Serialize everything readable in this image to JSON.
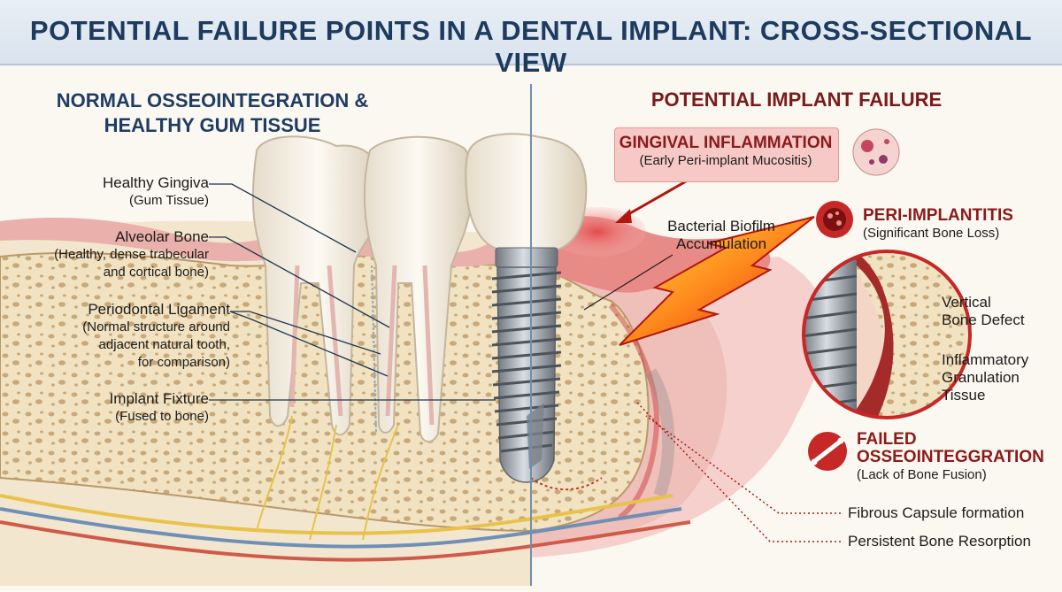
{
  "title": "POTENTIAL FAILURE POINTS IN A DENTAL IMPLANT: CROSS-SECTIONAL VIEW",
  "left_section": {
    "heading_line1": "NORMAL OSSEOINTEGRATION &",
    "heading_line2": "HEALTHY GUM TISSUE",
    "labels": [
      {
        "title": "Healthy Gingiva",
        "detail": [
          "(Gum Tissue)"
        ]
      },
      {
        "title": "Alveolar Bone",
        "detail": [
          "(Healthy, dense trabecular",
          "and cortical bone)"
        ]
      },
      {
        "title": "Periodontal Ligament",
        "detail": [
          "(Normal structure around",
          "adjacent natural tooth,",
          "for comparison)"
        ]
      },
      {
        "title": "Implant Fixture",
        "detail": [
          "(Fused to bone)"
        ]
      }
    ]
  },
  "right_section": {
    "heading": "POTENTIAL IMPLANT FAILURE",
    "gingival": {
      "title": "GINGIVAL INFLAMMATION",
      "detail": "(Early Peri-implant Mucositis)"
    },
    "biofilm": [
      "Bacterial Biofilm",
      "Accumulation"
    ],
    "periimplantitis": {
      "title": "PERI-IMPLANTITIS",
      "detail": "(Significant Bone Loss)"
    },
    "vertical_defect": [
      "Vertical",
      "Bone Defect"
    ],
    "granulation": [
      "Inflammatory",
      "Granulation",
      "Tissue"
    ],
    "failed": {
      "title_line1": "FAILED",
      "title_line2": "OSSEOINTEGGRATION",
      "detail": "(Lack of Bone Fusion)"
    },
    "fibrous": "Fibrous Capsule formation",
    "resorption": "Persistent Bone Resorption"
  },
  "colors": {
    "navy": "#1d3a5f",
    "failure_red": "#8b1a1a",
    "gum_pink": "#e9a5a3",
    "bone": "#efe0bd",
    "implant": "#9ea4ab"
  }
}
